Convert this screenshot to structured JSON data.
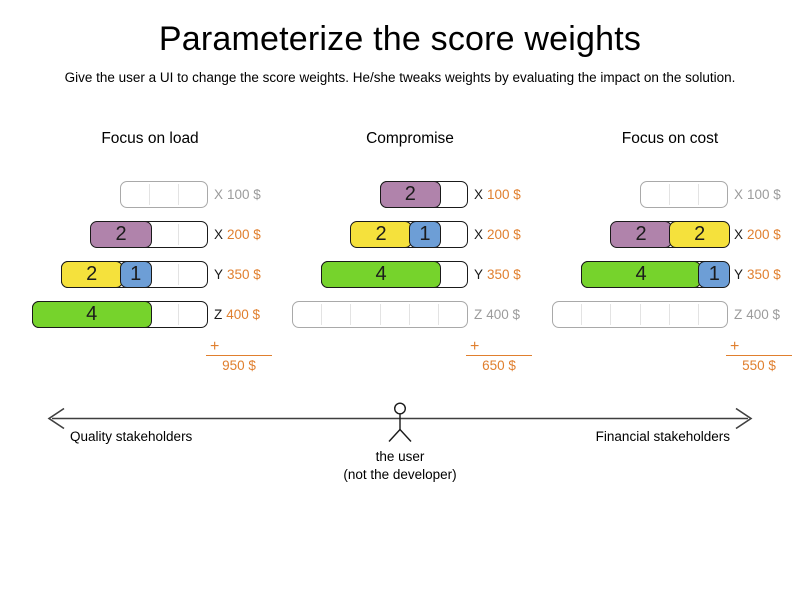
{
  "title": "Parameterize the score weights",
  "subtitle": "Give the user a UI to change the score weights. He/she tweaks weights by evaluating the impact on the solution.",
  "plus_sign": "+",
  "colors": {
    "purple": "#b083ab",
    "yellow": "#f5e13c",
    "blue": "#6d9ed6",
    "green": "#76d32c",
    "orange": "#e07f2e",
    "gray_label": "#9b9b9b",
    "black_label": "#1a1a1a"
  },
  "columns": [
    {
      "header": "Focus on load",
      "sum": "950 $",
      "rows": [
        {
          "letter": "X",
          "cost": "100 $",
          "units": 3,
          "segments": []
        },
        {
          "letter": "X",
          "cost": "200 $",
          "units": 4,
          "segments": [
            {
              "value": "2",
              "color": "purple",
              "span": 2
            }
          ]
        },
        {
          "letter": "Y",
          "cost": "350 $",
          "units": 5,
          "segments": [
            {
              "value": "2",
              "color": "yellow",
              "span": 2
            },
            {
              "value": "1",
              "color": "blue",
              "span": 1
            }
          ]
        },
        {
          "letter": "Z",
          "cost": "400 $",
          "units": 6,
          "segments": [
            {
              "value": "4",
              "color": "green",
              "span": 4
            }
          ]
        }
      ]
    },
    {
      "header": "Compromise",
      "sum": "650 $",
      "rows": [
        {
          "letter": "X",
          "cost": "100 $",
          "units": 3,
          "segments": [
            {
              "value": "2",
              "color": "purple",
              "span": 2
            }
          ]
        },
        {
          "letter": "X",
          "cost": "200 $",
          "units": 4,
          "segments": [
            {
              "value": "2",
              "color": "yellow",
              "span": 2
            },
            {
              "value": "1",
              "color": "blue",
              "span": 1
            }
          ]
        },
        {
          "letter": "Y",
          "cost": "350 $",
          "units": 5,
          "segments": [
            {
              "value": "4",
              "color": "green",
              "span": 4
            }
          ]
        },
        {
          "letter": "Z",
          "cost": "400 $",
          "units": 6,
          "segments": []
        }
      ]
    },
    {
      "header": "Focus on cost",
      "sum": "550 $",
      "rows": [
        {
          "letter": "X",
          "cost": "100 $",
          "units": 3,
          "segments": []
        },
        {
          "letter": "X",
          "cost": "200 $",
          "units": 4,
          "segments": [
            {
              "value": "2",
              "color": "purple",
              "span": 2
            },
            {
              "value": "2",
              "color": "yellow",
              "span": 2
            }
          ]
        },
        {
          "letter": "Y",
          "cost": "350 $",
          "units": 5,
          "segments": [
            {
              "value": "4",
              "color": "green",
              "span": 4
            },
            {
              "value": "1",
              "color": "blue",
              "span": 1
            }
          ]
        },
        {
          "letter": "Z",
          "cost": "400 $",
          "units": 6,
          "segments": []
        }
      ]
    }
  ],
  "axis": {
    "left_label": "Quality stakeholders",
    "right_label": "Financial stakeholders",
    "figure_label_line1": "the user",
    "figure_label_line2": "(not the developer)"
  }
}
